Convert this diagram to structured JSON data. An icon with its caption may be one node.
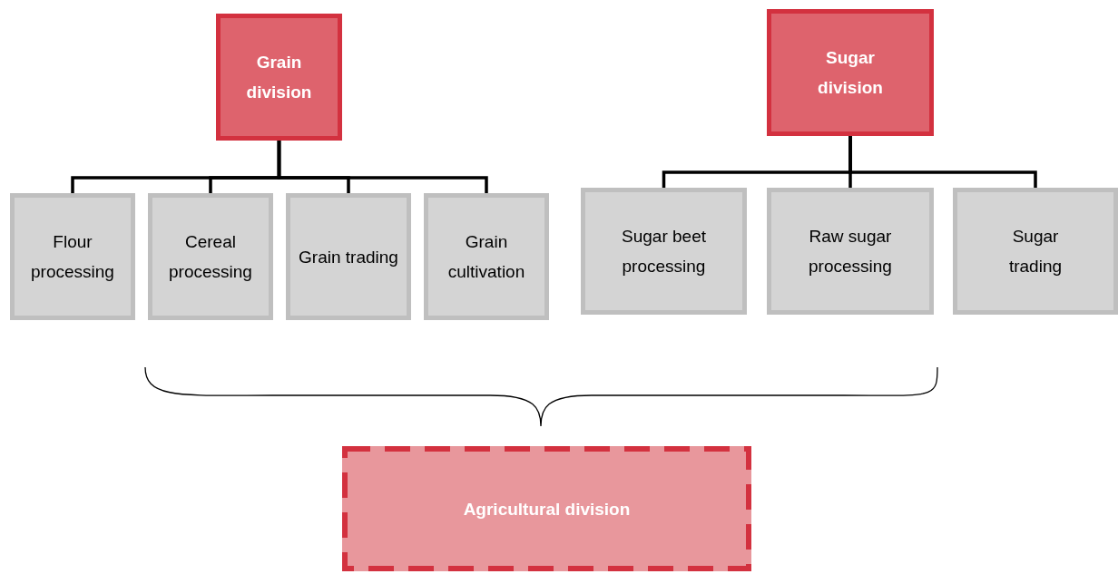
{
  "diagram": {
    "nodes": [
      {
        "text": [
          "Grain division"
        ]
      },
      {
        "text": [
          "Sugar division"
        ]
      },
      {
        "text": [
          "Flour processing"
        ]
      },
      {
        "text": [
          "Cereal processing"
        ]
      },
      {
        "text": [
          "Grain trading"
        ]
      },
      {
        "text": [
          "Grain cultivation"
        ]
      },
      {
        "text": [
          "Sugar beet processing"
        ]
      },
      {
        "text": [
          "Raw sugar processing"
        ]
      },
      {
        "text": [
          "Sugar trading"
        ]
      },
      {
        "text": [
          "Agricultural division"
        ]
      }
    ],
    "edges": [
      {
        "from": 0,
        "to": 2,
        "arrow": "none"
      },
      {
        "from": 0,
        "to": 3,
        "arrow": "none"
      },
      {
        "from": 0,
        "to": 4,
        "arrow": "none"
      },
      {
        "from": 0,
        "to": 5,
        "arrow": "none"
      },
      {
        "from": 1,
        "to": 6,
        "arrow": "none"
      },
      {
        "from": 1,
        "to": 7,
        "arrow": "none"
      },
      {
        "from": 1,
        "to": 8,
        "arrow": "none"
      }
    ]
  }
}
